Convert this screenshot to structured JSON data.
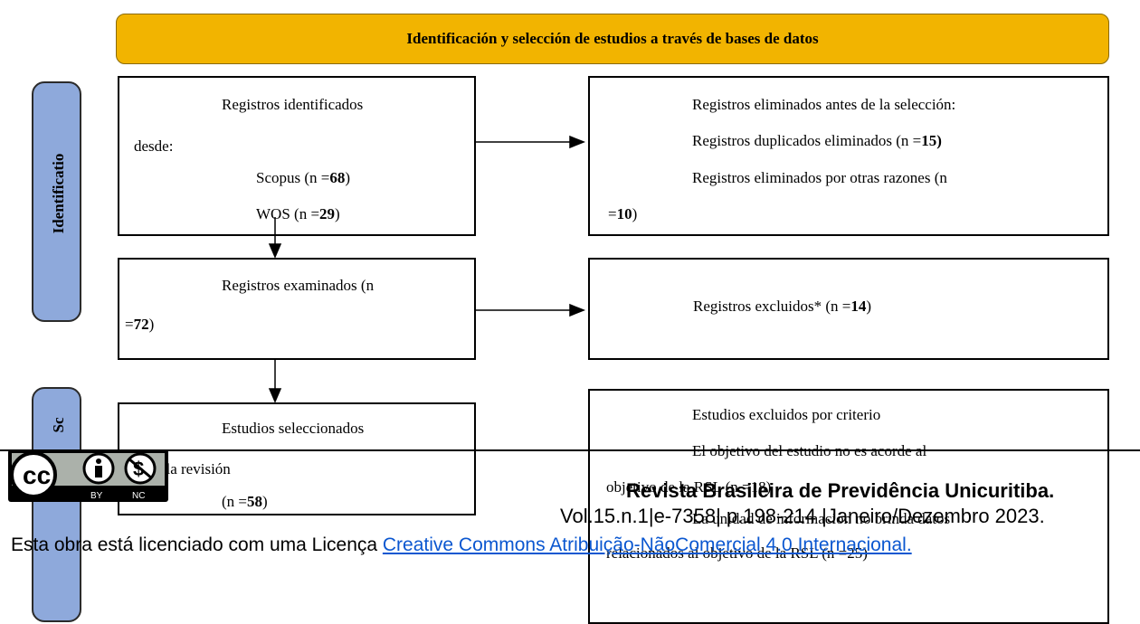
{
  "banner": {
    "title": "Identificación y selección de estudios a través de bases de datos"
  },
  "sides": {
    "identification": "Identificatio",
    "screening": "Sc"
  },
  "box_identified": {
    "line1": "Registros identificados",
    "line2": "desde:",
    "scopus_prefix": "Scopus (n =",
    "scopus_value": "68",
    "scopus_suffix": ")",
    "wos_prefix": "WOS (n =",
    "wos_value": "29",
    "wos_suffix": ")"
  },
  "box_removed": {
    "line1": "Registros eliminados antes de la selección:",
    "dup_prefix": "Registros duplicados eliminados (n =",
    "dup_value": "15)",
    "other_line": "Registros eliminados por otras razones (n",
    "other_prefix": "=",
    "other_value": "10",
    "other_suffix": ")"
  },
  "box_screened": {
    "line1": "Registros examinados (n",
    "prefix": "=",
    "value": "72",
    "suffix": ")"
  },
  "box_excluded": {
    "prefix": "Registros excluidos* (n =",
    "value": "14",
    "suffix": ")"
  },
  "box_selected": {
    "line1": "Estudios seleccionados",
    "line2": "para la revisión",
    "prefix": "(n =",
    "value": "58",
    "suffix": ")"
  },
  "box_criteria": {
    "line1": "Estudios excluidos por criterio",
    "line2": "El objetivo del estudio no es acorde al",
    "line3": "objetivo de la RSL (n =18)",
    "line4": "La unidad de información no brinda datos",
    "line5": "relacionados al objetivo de la RSL (n =25)"
  },
  "footer": {
    "cc_by": "BY",
    "cc_nc": "NC",
    "journal": "Revista Brasileira de Previdência Unicuritiba.",
    "volume": "Vol.15.n.1|e-7358| p.198-214 |Janeiro/Dezembro 2023.",
    "license_text": "Esta obra está licenciado com uma Licença ",
    "license_link": "Creative Commons Atribuição-NãoComercial 4.0 Internacional."
  }
}
